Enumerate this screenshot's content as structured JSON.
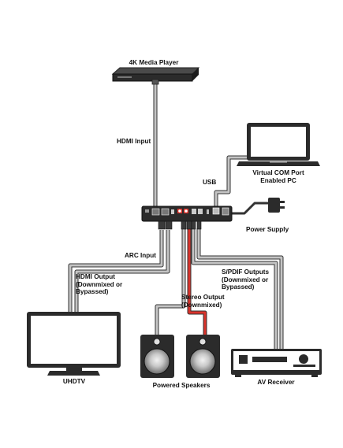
{
  "labels": {
    "media_player": "4K Media Player",
    "hdmi_input": "HDMI Input",
    "usb": "USB",
    "pc_line1": "Virtual COM Port",
    "pc_line2": "Enabled PC",
    "power_supply": "Power Supply",
    "arc_input": "ARC Input",
    "hdmi_out_1": "HDMI Output",
    "hdmi_out_2": "(Downmixed or",
    "hdmi_out_3": "Bypassed)",
    "spdif_1": "S/PDIF Outputs",
    "spdif_2": "(Downmixed or",
    "spdif_3": "Bypassed)",
    "stereo_1": "Stereo Output",
    "stereo_2": "(Downmixed)",
    "uhdtv": "UHDTV",
    "speakers": "Powered Speakers",
    "av_receiver": "AV Receiver"
  },
  "colors": {
    "device": "#2b2b2b",
    "cable": "#b8b8b8",
    "cable_outline": "#333333",
    "audio_accent": "#d9332b",
    "text": "#111111"
  }
}
